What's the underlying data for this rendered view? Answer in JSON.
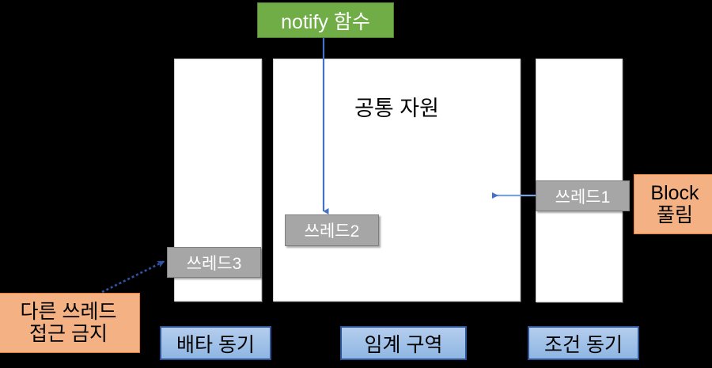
{
  "diagram": {
    "background_color": "#000000",
    "title_text": "공통 자원",
    "notify": {
      "label": "notify 함수",
      "fill": "#70ad47",
      "text_color": "#ffffff"
    },
    "columns": [
      {
        "name": "left-column",
        "fill": "#ffffff"
      },
      {
        "name": "middle-column",
        "fill": "#ffffff"
      },
      {
        "name": "right-column",
        "fill": "#ffffff"
      }
    ],
    "threads": [
      {
        "label": "쓰레드3",
        "fill": "#a6a6a6",
        "text_color": "#ffffff"
      },
      {
        "label": "쓰레드2",
        "fill": "#a6a6a6",
        "text_color": "#ffffff"
      },
      {
        "label": "쓰레드1",
        "fill": "#a6a6a6",
        "text_color": "#ffffff"
      }
    ],
    "callouts": [
      {
        "name": "no-access-callout",
        "lines": [
          "다른 쓰레드",
          "접근 금지"
        ],
        "fill": "#f4b183",
        "border_color": "#ed7d31"
      },
      {
        "name": "block-release-callout",
        "lines": [
          "Block",
          "풀림"
        ],
        "fill": "#f4b183",
        "border_color": "#ed7d31"
      }
    ],
    "bottom_labels": [
      {
        "name": "exclusive-sync-label",
        "label": "배타 동기",
        "fill": "#9dc3e6",
        "border_color": "#2f5496"
      },
      {
        "name": "critical-section-label",
        "label": "임계 구역",
        "fill": "#9dc3e6",
        "border_color": "#2f5496"
      },
      {
        "name": "condition-sync-label",
        "label": "조건 동기",
        "fill": "#9dc3e6",
        "border_color": "#2f5496"
      }
    ],
    "arrows": [
      {
        "name": "notify-to-thread2-arrow",
        "style": "solid",
        "color": "#4472c4",
        "direction": "down"
      },
      {
        "name": "thread1-to-resource-arrow",
        "style": "solid",
        "color": "#7ba2dd",
        "direction": "left"
      },
      {
        "name": "callout-to-thread3-arrow",
        "style": "dashed",
        "color": "#4472c4",
        "direction": "up-right"
      }
    ]
  }
}
